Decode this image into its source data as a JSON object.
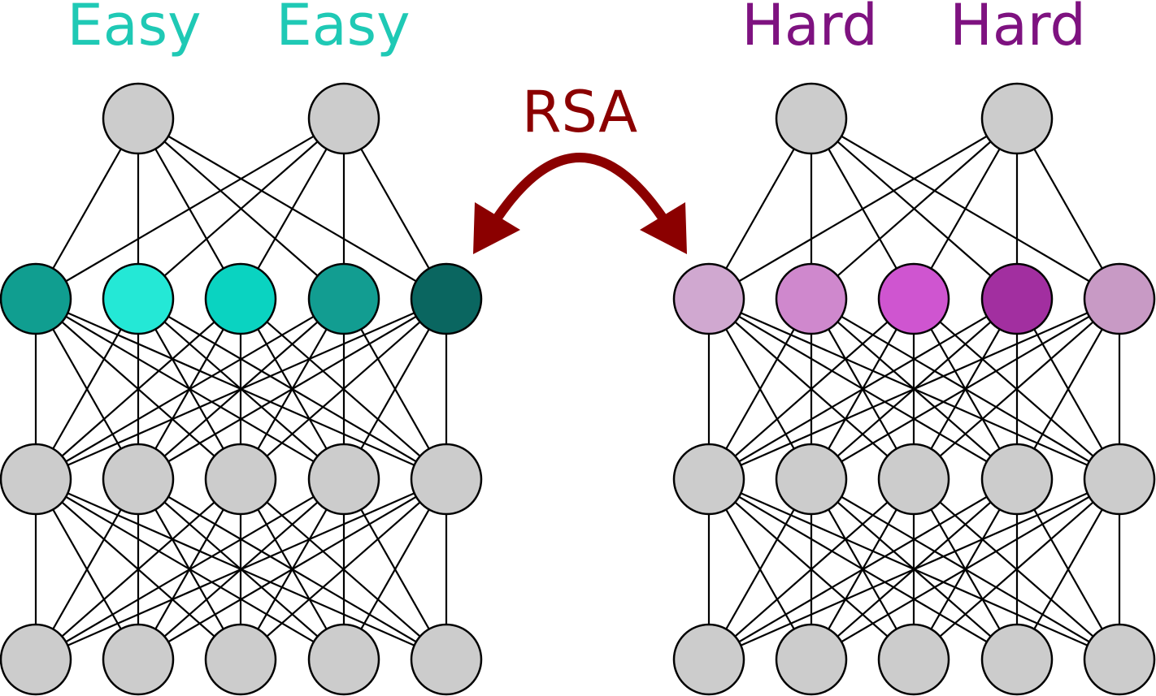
{
  "labels": {
    "left_outputs": [
      "Easy",
      "Easy"
    ],
    "right_outputs": [
      "Hard",
      "Hard"
    ],
    "comparison": "RSA"
  },
  "colors": {
    "easy_label": "#1fc9b5",
    "hard_label": "#7e1280",
    "rsa": "#8b0000",
    "neutral_node": "#cccccc",
    "edge": "#000000"
  },
  "networks": [
    {
      "id": "left-network",
      "output_nodes": 2,
      "layers": 4,
      "nodes_per_layer": 5,
      "highlight_colors": [
        "#109e90",
        "#24e8d6",
        "#0ad3c1",
        "#129d91",
        "#0a6660"
      ]
    },
    {
      "id": "right-network",
      "output_nodes": 2,
      "layers": 4,
      "nodes_per_layer": 5,
      "highlight_colors": [
        "#d0a8d0",
        "#cf88cd",
        "#cf55d0",
        "#a22fa0",
        "#c89ac5"
      ]
    }
  ]
}
